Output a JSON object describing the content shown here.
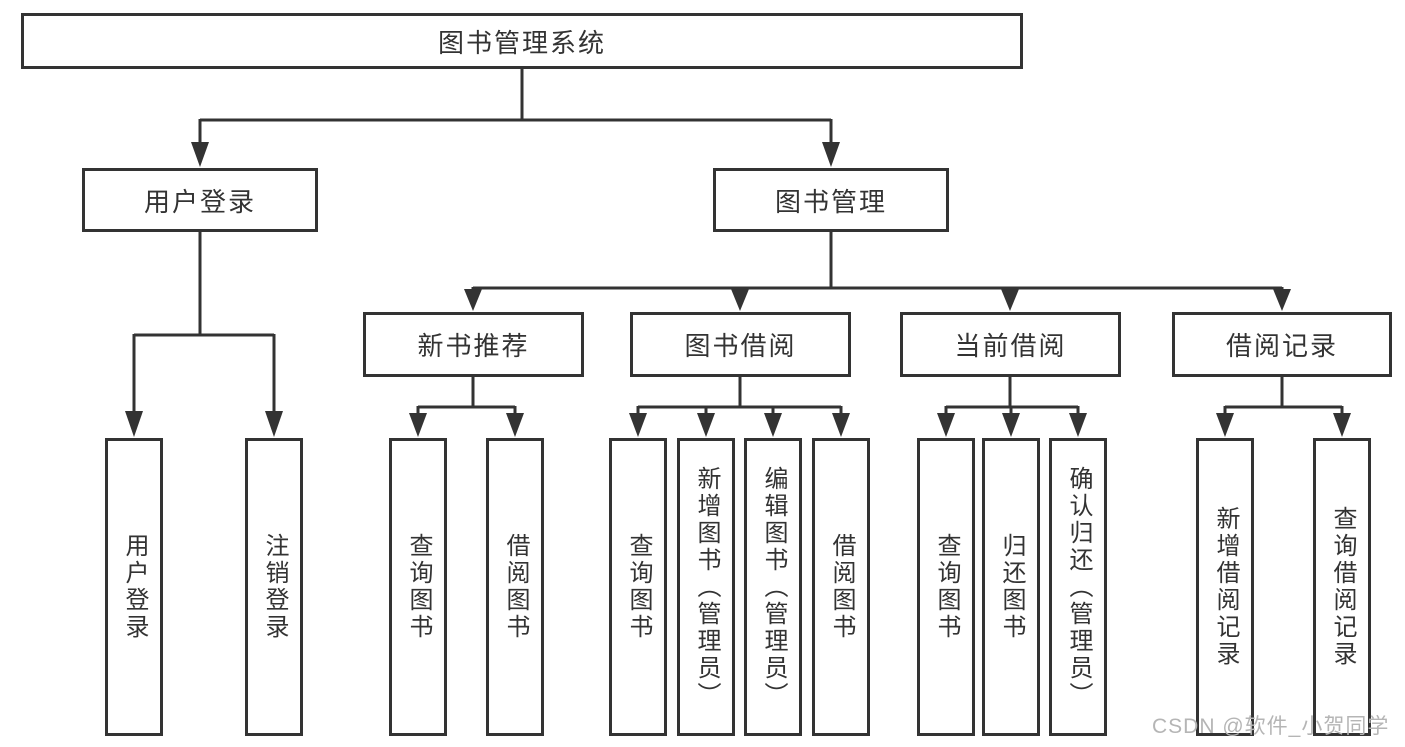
{
  "diagram": {
    "root": {
      "label": "图书管理系统"
    },
    "level2": [
      {
        "label": "用户登录"
      },
      {
        "label": "图书管理"
      }
    ],
    "level3": [
      {
        "label": "新书推荐",
        "parent": "图书管理"
      },
      {
        "label": "图书借阅",
        "parent": "图书管理"
      },
      {
        "label": "当前借阅",
        "parent": "图书管理"
      },
      {
        "label": "借阅记录",
        "parent": "图书管理"
      }
    ],
    "leaves": [
      {
        "label": "用户登录",
        "parent": "用户登录"
      },
      {
        "label": "注销登录",
        "parent": "用户登录"
      },
      {
        "label": "查询图书",
        "parent": "新书推荐"
      },
      {
        "label": "借阅图书",
        "parent": "新书推荐"
      },
      {
        "label": "查询图书",
        "parent": "图书借阅"
      },
      {
        "label": "新增图书（管理员）",
        "parent": "图书借阅"
      },
      {
        "label": "编辑图书（管理员）",
        "parent": "图书借阅"
      },
      {
        "label": "借阅图书",
        "parent": "图书借阅"
      },
      {
        "label": "查询图书",
        "parent": "当前借阅"
      },
      {
        "label": "归还图书",
        "parent": "当前借阅"
      },
      {
        "label": "确认归还（管理员）",
        "parent": "当前借阅"
      },
      {
        "label": "新增借阅记录",
        "parent": "借阅记录"
      },
      {
        "label": "查询借阅记录",
        "parent": "借阅记录"
      }
    ]
  },
  "watermark": {
    "text": "CSDN @软件_小贺同学"
  },
  "colors": {
    "line": "#333333",
    "text": "#333333",
    "box_background": "#ffffff",
    "page_background": "#ffffff",
    "watermark": "#b5b5b5"
  }
}
